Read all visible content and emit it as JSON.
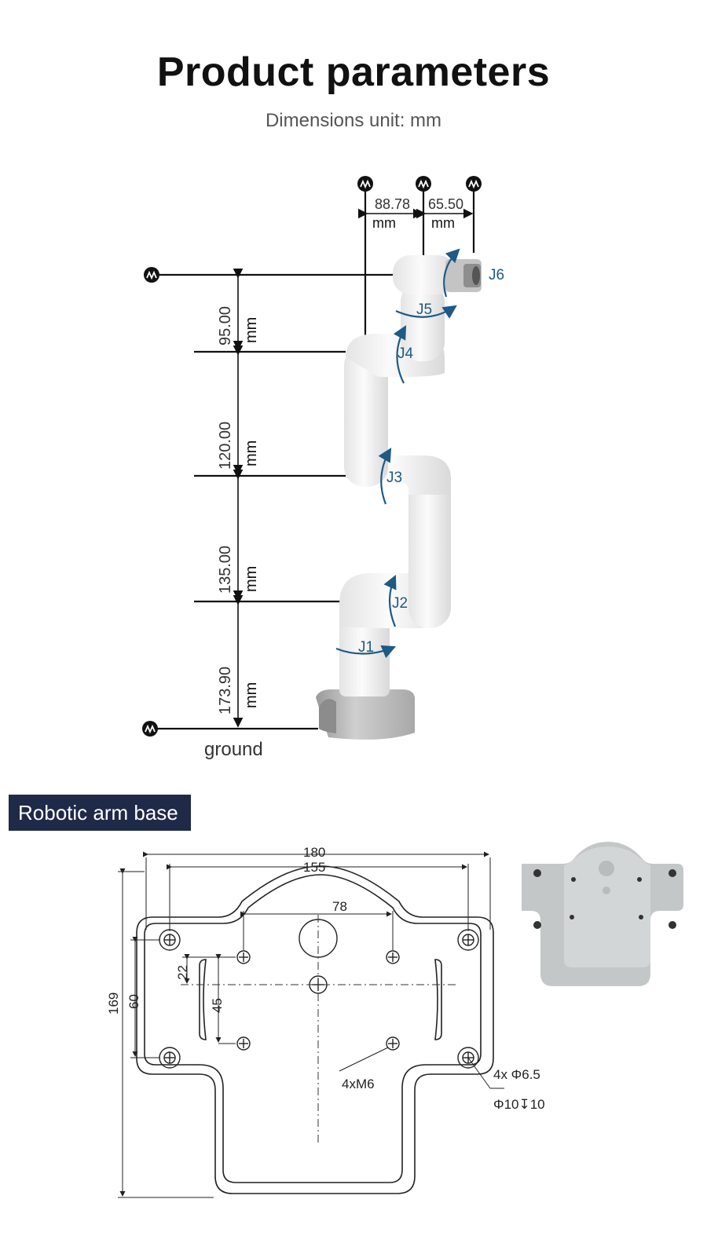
{
  "header": {
    "title": "Product parameters",
    "subtitle": "Dimensions unit: mm"
  },
  "arm_diagram": {
    "horizontal_dims": [
      {
        "value": "88.78",
        "unit": "mm"
      },
      {
        "value": "65.50",
        "unit": "mm"
      }
    ],
    "vertical_dims": [
      {
        "value": "95.00",
        "unit": "mm"
      },
      {
        "value": "120.00",
        "unit": "mm"
      },
      {
        "value": "135.00",
        "unit": "mm"
      },
      {
        "value": "173.90",
        "unit": "mm"
      }
    ],
    "joints": [
      "J1",
      "J2",
      "J3",
      "J4",
      "J5",
      "J6"
    ],
    "ground_label": "ground",
    "colors": {
      "joint_accent": "#1d5a86",
      "arm_body": "#f1f1f1",
      "base": "#b5b5b5"
    }
  },
  "base_section": {
    "label": "Robotic arm base",
    "dims": {
      "overall_width": "180",
      "hole_spacing_width": "155",
      "inner_hole_spacing": "78",
      "overall_height": "169",
      "outer_hole_spacing_v": "60",
      "inner_offset": "22",
      "inner_hole_spacing_v": "45",
      "thread_note": "4xM6",
      "hole_note": "4x Φ6.5",
      "counterbore_note": "Φ10↧10"
    }
  }
}
